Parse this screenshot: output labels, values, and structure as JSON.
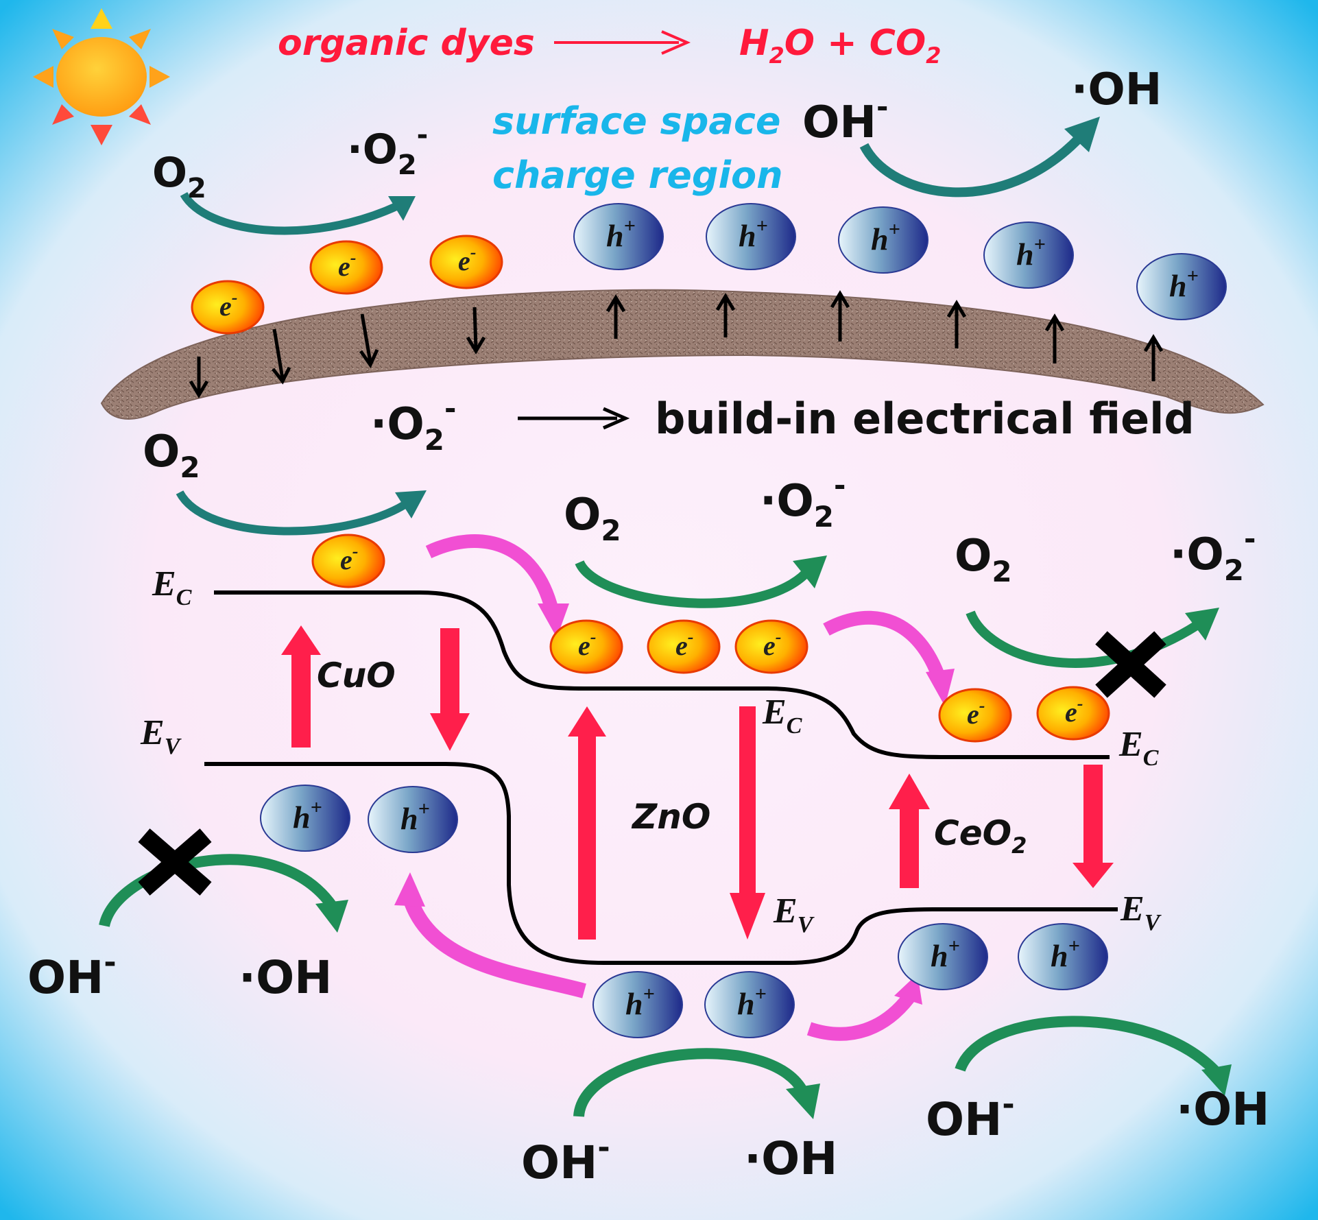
{
  "colors": {
    "background_outer": "#1fb7ec",
    "background_inner": "#fdf0fb",
    "title_red": "#ff1a3c",
    "cyan_text": "#19b6ea",
    "red_arrow": "#ff1f4b",
    "magenta_arrow": "#f14fd3",
    "green_arrow": "#1f8e57",
    "teal_arrow": "#1f7d78",
    "hole_blue": "#2a3a94",
    "electron_orange": "#ff5a00",
    "electron_yellow": "#ffee1f"
  },
  "header": {
    "reactant": "organic dyes",
    "products": "H",
    "products_sub": "2",
    "products_mid": "O  +  CO",
    "products_sub2": "2"
  },
  "labels": {
    "surface_space_line1": "surface space",
    "surface_space_line2": "charge region",
    "build_in_field": "build-in electrical field",
    "cuo": "CuO",
    "zno": "ZnO",
    "ceo2": "CeO",
    "ceo2_sub": "2"
  },
  "species": {
    "o2": "O",
    "o2_sub": "2",
    "superoxide": "·O",
    "superoxide_sub": "2",
    "superoxide_sup": "-",
    "hydroxide": "OH",
    "hydroxide_sup": "-",
    "hydroxyl_radical": "·OH"
  },
  "carriers": {
    "electron": "e",
    "electron_sup": "-",
    "hole": "h",
    "hole_sup": "+"
  },
  "bands": {
    "ec": "E",
    "ec_sub": "C",
    "ev": "E",
    "ev_sub": "V"
  },
  "icons": [
    "sun-icon",
    "blocked-x-icon"
  ]
}
